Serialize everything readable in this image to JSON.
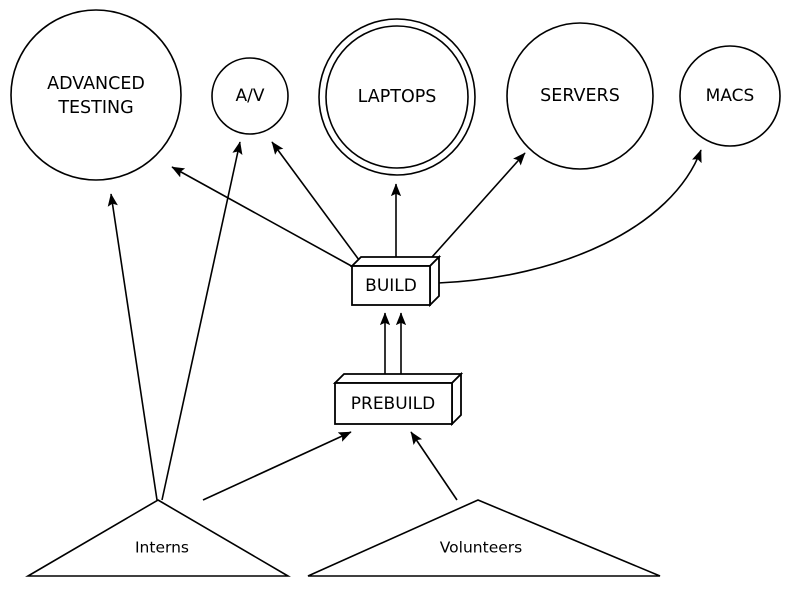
{
  "diagram": {
    "type": "deployment-flow-diagram",
    "background_color": "#ffffff",
    "stroke_color": "#000000",
    "nodes": {
      "advanced_testing": {
        "label_line1": "ADVANCED",
        "label_line2": "TESTING",
        "shape": "circle"
      },
      "av": {
        "label": "A/V",
        "shape": "circle"
      },
      "laptops": {
        "label": "LAPTOPS",
        "shape": "double-circle"
      },
      "servers": {
        "label": "SERVERS",
        "shape": "circle"
      },
      "macs": {
        "label": "MACS",
        "shape": "circle"
      },
      "build": {
        "label": "BUILD",
        "shape": "box-3d"
      },
      "prebuild": {
        "label": "PREBUILD",
        "shape": "box-3d"
      },
      "interns": {
        "label": "Interns",
        "shape": "triangle"
      },
      "volunteers": {
        "label": "Volunteers",
        "shape": "triangle"
      }
    },
    "edges": [
      {
        "from": "interns",
        "to": "advanced_testing"
      },
      {
        "from": "interns",
        "to": "av"
      },
      {
        "from": "interns",
        "to": "prebuild"
      },
      {
        "from": "volunteers",
        "to": "prebuild"
      },
      {
        "from": "prebuild",
        "to": "build"
      },
      {
        "from": "prebuild",
        "to": "build"
      },
      {
        "from": "build",
        "to": "advanced_testing"
      },
      {
        "from": "build",
        "to": "av"
      },
      {
        "from": "build",
        "to": "laptops"
      },
      {
        "from": "build",
        "to": "servers"
      },
      {
        "from": "build",
        "to": "macs"
      }
    ]
  }
}
